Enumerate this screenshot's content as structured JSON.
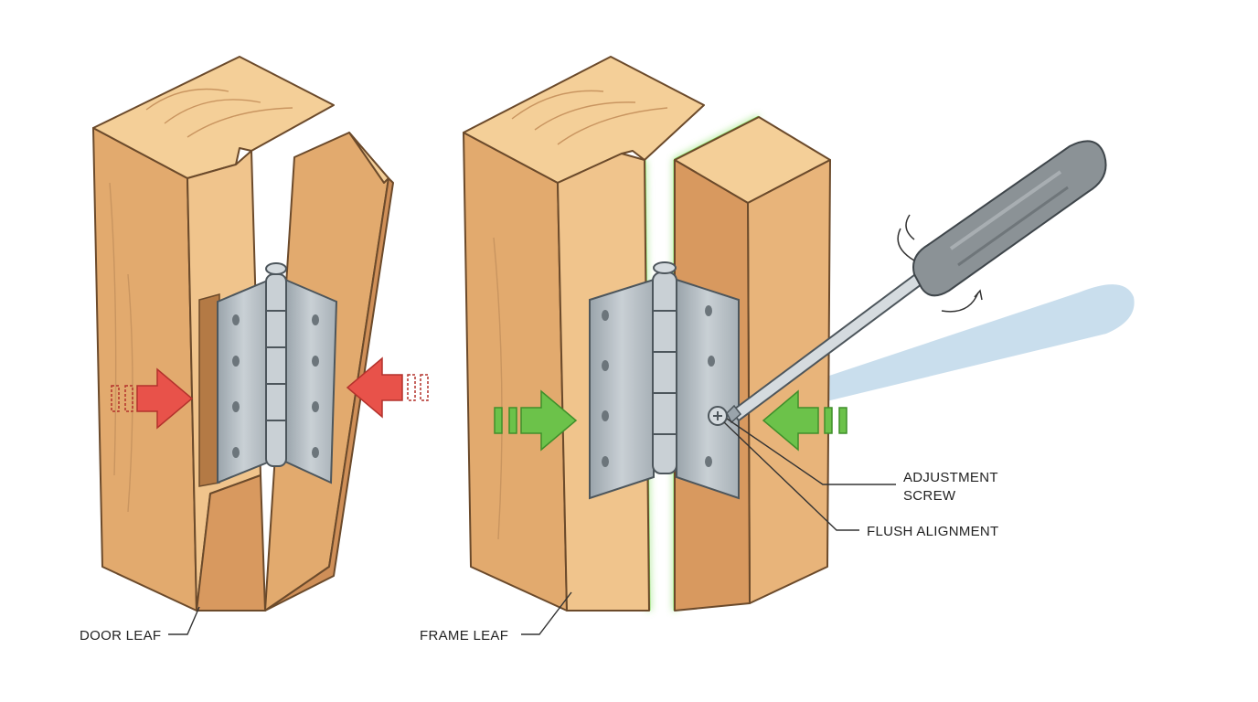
{
  "labels": {
    "door_leaf": "DOOR LEAF",
    "frame_leaf": "FRAME LEAF",
    "adjustment_screw_line1": "ADJUSTMENT",
    "adjustment_screw_line2": "SCREW",
    "flush_alignment": "FLUSH ALIGNMENT"
  },
  "colors": {
    "wood_light": "#f0c48c",
    "wood_mid": "#e2aa6e",
    "wood_dark": "#cf8f58",
    "wood_top": "#f4cf98",
    "outline": "#6b4a2b",
    "steel": "#b9c2c8",
    "steel_dark": "#8e989f",
    "misaligned_arrow": "#e8524a",
    "aligned_arrow": "#6cc24a",
    "glow": "#7ed957",
    "screwdriver_handle": "#8b9296",
    "shadow": "#bcd6e8"
  }
}
